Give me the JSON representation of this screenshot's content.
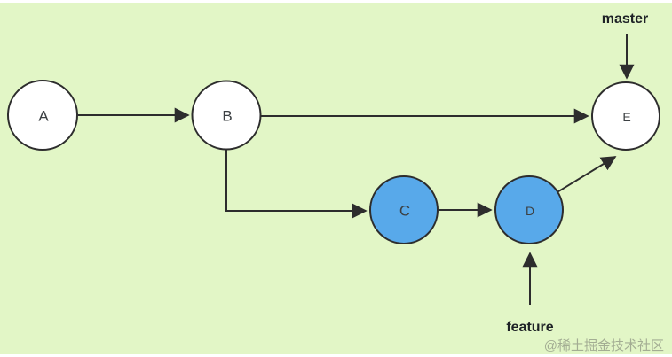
{
  "diagram": {
    "kind_label": "git-branch-commit-graph",
    "colors": {
      "background": "#e2f6c6",
      "frame": "#ffffff",
      "stroke": "#2d2d2d",
      "node_master_fill": "#ffffff",
      "node_feature_fill": "#58a9ea",
      "node_text": "#3c4043",
      "branch_label_text": "#1e2226",
      "watermark_text": "#99a18b"
    },
    "nodes": [
      {
        "label": "A"
      },
      {
        "label": "B"
      },
      {
        "label": "C"
      },
      {
        "label": "D"
      },
      {
        "label": "E"
      }
    ],
    "branch_labels": {
      "master": "master",
      "feature": "feature"
    },
    "watermark": {
      "text": "@稀土掘金技术社区"
    }
  }
}
